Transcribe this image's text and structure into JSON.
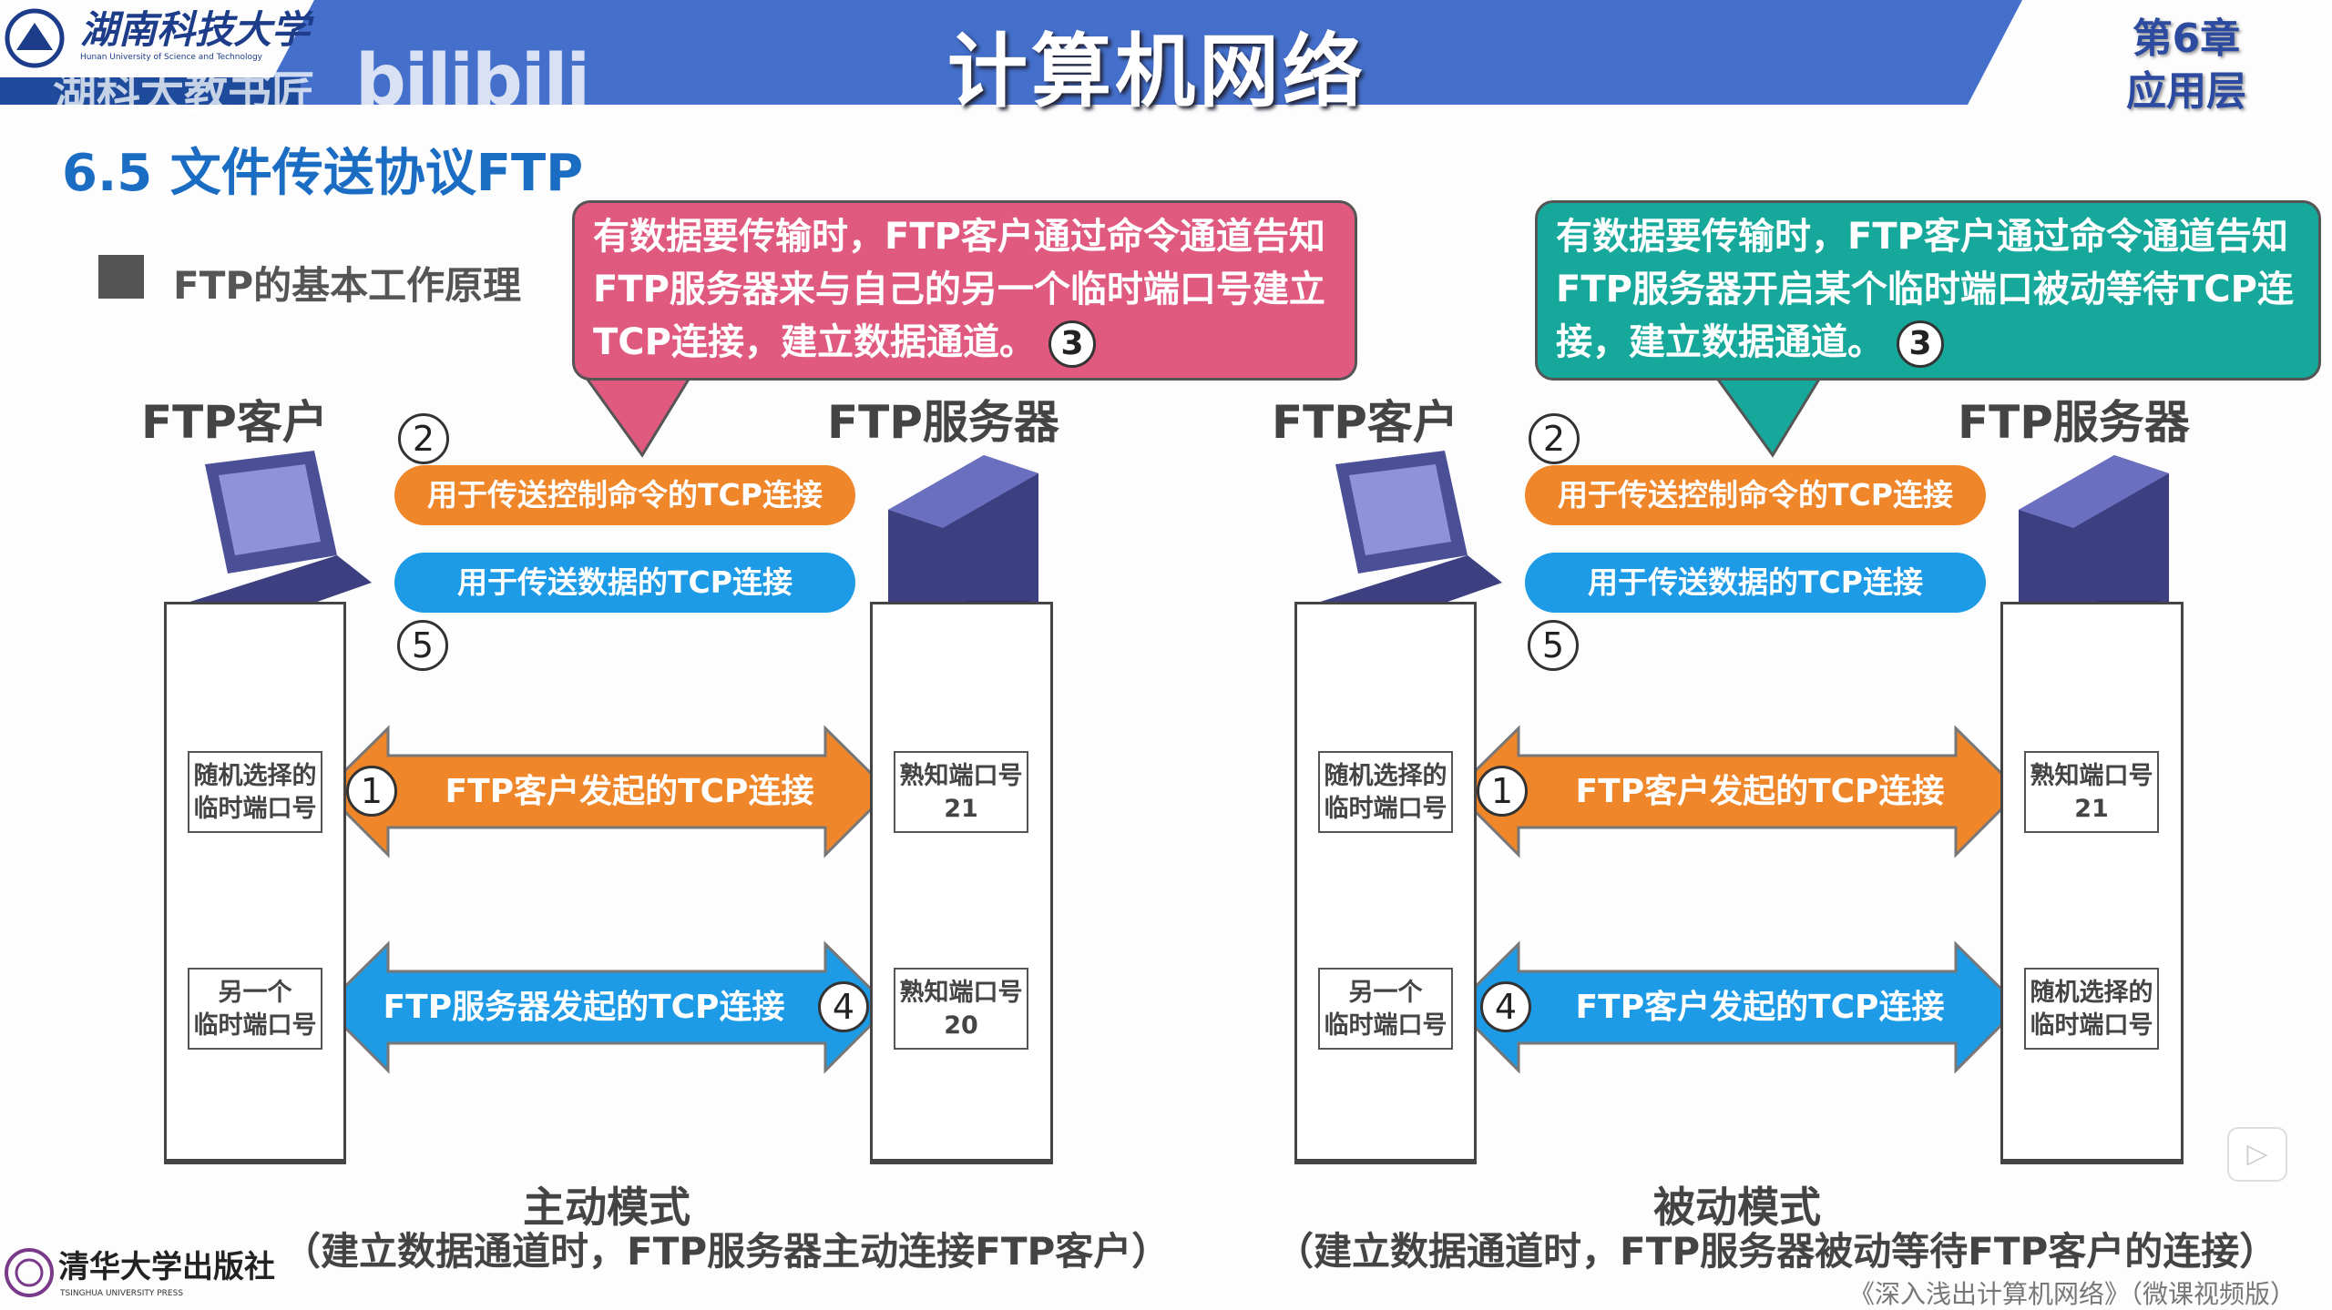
{
  "header": {
    "title": "计算机网络",
    "chapter": "第6章",
    "chapter_name": "应用层",
    "university_cn": "湖南科技大学",
    "university_en": "Hunan University of Science and Technology",
    "watermark": "湖科大教书匠",
    "platform": "bilibili"
  },
  "section_title": "6.5 文件传送协议FTP",
  "bullet": "FTP的基本工作原理",
  "colors": {
    "banner": "#4470cc",
    "orange": "#f0862a",
    "blue": "#1e9be6",
    "pink": "#e05a80",
    "teal": "#16a89a",
    "title_blue": "#1a6dc2"
  },
  "diagrams": [
    {
      "callout": "有数据要传输时，FTP客户通过命令通道告知FTP服务器来与自己的另一个临时端口号建立TCP连接，建立数据通道。",
      "callout_num": "3",
      "client": "FTP客户",
      "server": "FTP服务器",
      "step2": "2",
      "step5": "5",
      "control_conn": "用于传送控制命令的TCP连接",
      "data_conn": "用于传送数据的TCP连接",
      "arrow1": "FTP客户发起的TCP连接",
      "arrow1_num": "1",
      "arrow2": "FTP服务器发起的TCP连接",
      "arrow2_num": "4",
      "client_port1": [
        "随机选择的",
        "临时端口号"
      ],
      "server_port1": [
        "熟知端口号",
        "21"
      ],
      "client_port2": [
        "另一个",
        "临时端口号"
      ],
      "server_port2": [
        "熟知端口号",
        "20"
      ],
      "mode": "主动模式",
      "mode_desc": "（建立数据通道时，FTP服务器主动连接FTP客户）"
    },
    {
      "callout": "有数据要传输时，FTP客户通过命令通道告知FTP服务器开启某个临时端口被动等待TCP连接，建立数据通道。",
      "callout_num": "3",
      "client": "FTP客户",
      "server": "FTP服务器",
      "step2": "2",
      "step5": "5",
      "control_conn": "用于传送控制命令的TCP连接",
      "data_conn": "用于传送数据的TCP连接",
      "arrow1": "FTP客户发起的TCP连接",
      "arrow1_num": "1",
      "arrow2": "FTP客户发起的TCP连接",
      "arrow2_num": "4",
      "client_port1": [
        "随机选择的",
        "临时端口号"
      ],
      "server_port1": [
        "熟知端口号",
        "21"
      ],
      "client_port2": [
        "另一个",
        "临时端口号"
      ],
      "server_port2": [
        "随机选择的",
        "临时端口号"
      ],
      "mode": "被动模式",
      "mode_desc": "（建立数据通道时，FTP服务器被动等待FTP客户的连接）"
    }
  ],
  "footer": {
    "publisher": "清华大学出版社",
    "publisher_en": "TSINGHUA UNIVERSITY PRESS",
    "book": "《深入浅出计算机网络》（微课视频版）"
  }
}
